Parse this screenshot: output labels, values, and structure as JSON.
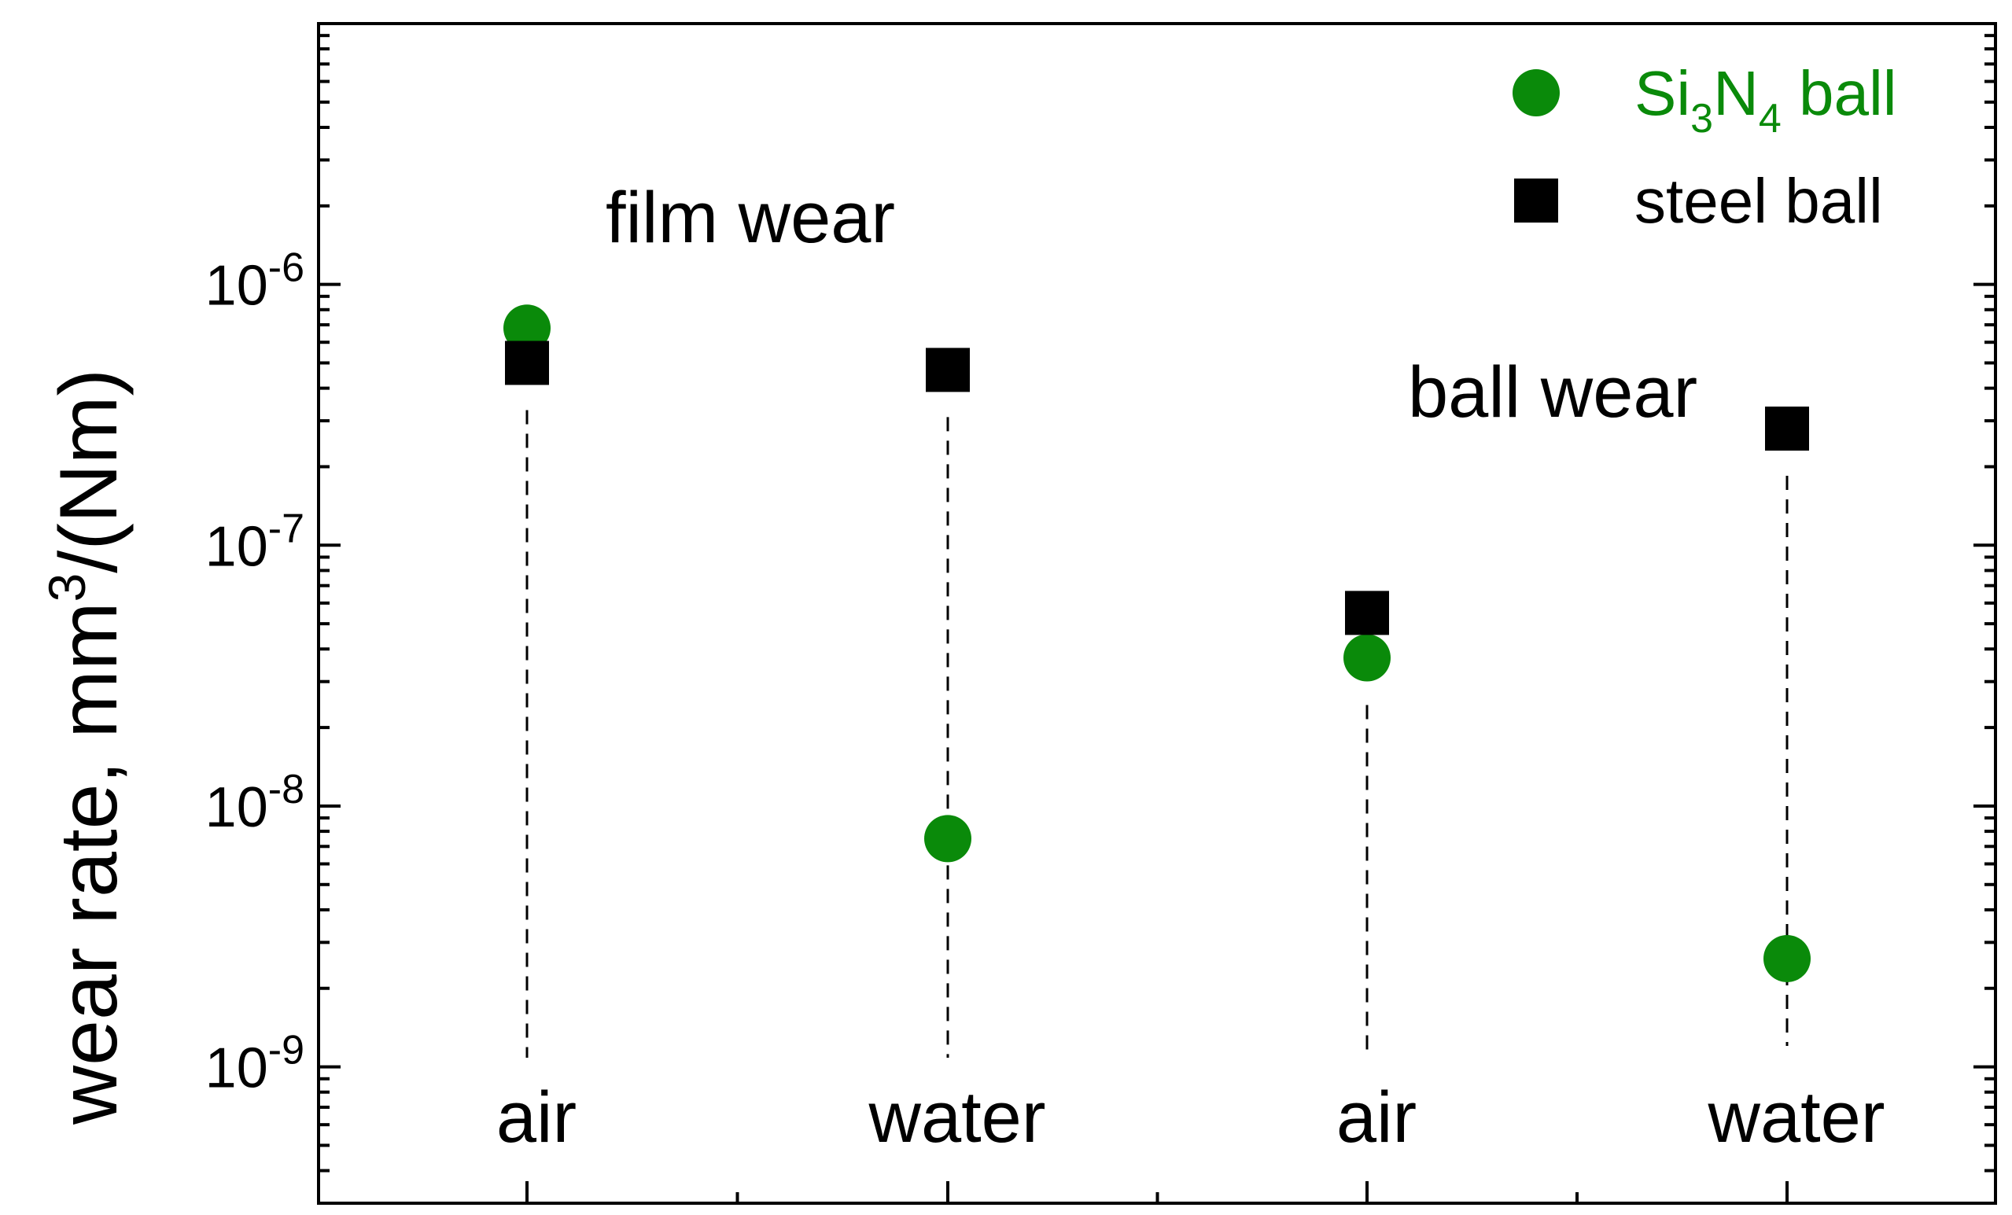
{
  "chart_data": {
    "type": "scatter",
    "y_scale": "log",
    "ylim": [
      3e-10,
      1e-05
    ],
    "ylabel_main": "wear rate, mm",
    "ylabel_sup": "3",
    "ylabel_end": "/(Nm)",
    "y_ticks": [
      {
        "value": 1e-09,
        "base": "10",
        "exp": "-9"
      },
      {
        "value": 1e-08,
        "base": "10",
        "exp": "-8"
      },
      {
        "value": 1e-07,
        "base": "10",
        "exp": "-7"
      },
      {
        "value": 1e-06,
        "base": "10",
        "exp": "-6"
      }
    ],
    "categories": [
      "air",
      "water",
      "air",
      "water"
    ],
    "series": [
      {
        "name": "Si3N4 ball",
        "marker": "circle",
        "color": "#0a8a0a",
        "values": [
          6.8e-07,
          7.5e-09,
          3.7e-08,
          2.6e-09
        ]
      },
      {
        "name": "steel ball",
        "marker": "square",
        "color": "#000000",
        "values": [
          5e-07,
          4.7e-07,
          5.5e-08,
          2.8e-07
        ]
      }
    ],
    "legend": {
      "placement": "top-right",
      "entries": [
        {
          "marker": "circle",
          "color": "#0a8a0a",
          "parts": [
            "Si",
            "3",
            "N",
            "4",
            " ball"
          ]
        },
        {
          "marker": "square",
          "color": "#000000",
          "parts": [
            "steel ball"
          ]
        }
      ]
    },
    "annotations": [
      {
        "text": "film wear"
      },
      {
        "text": "ball wear"
      }
    ]
  }
}
